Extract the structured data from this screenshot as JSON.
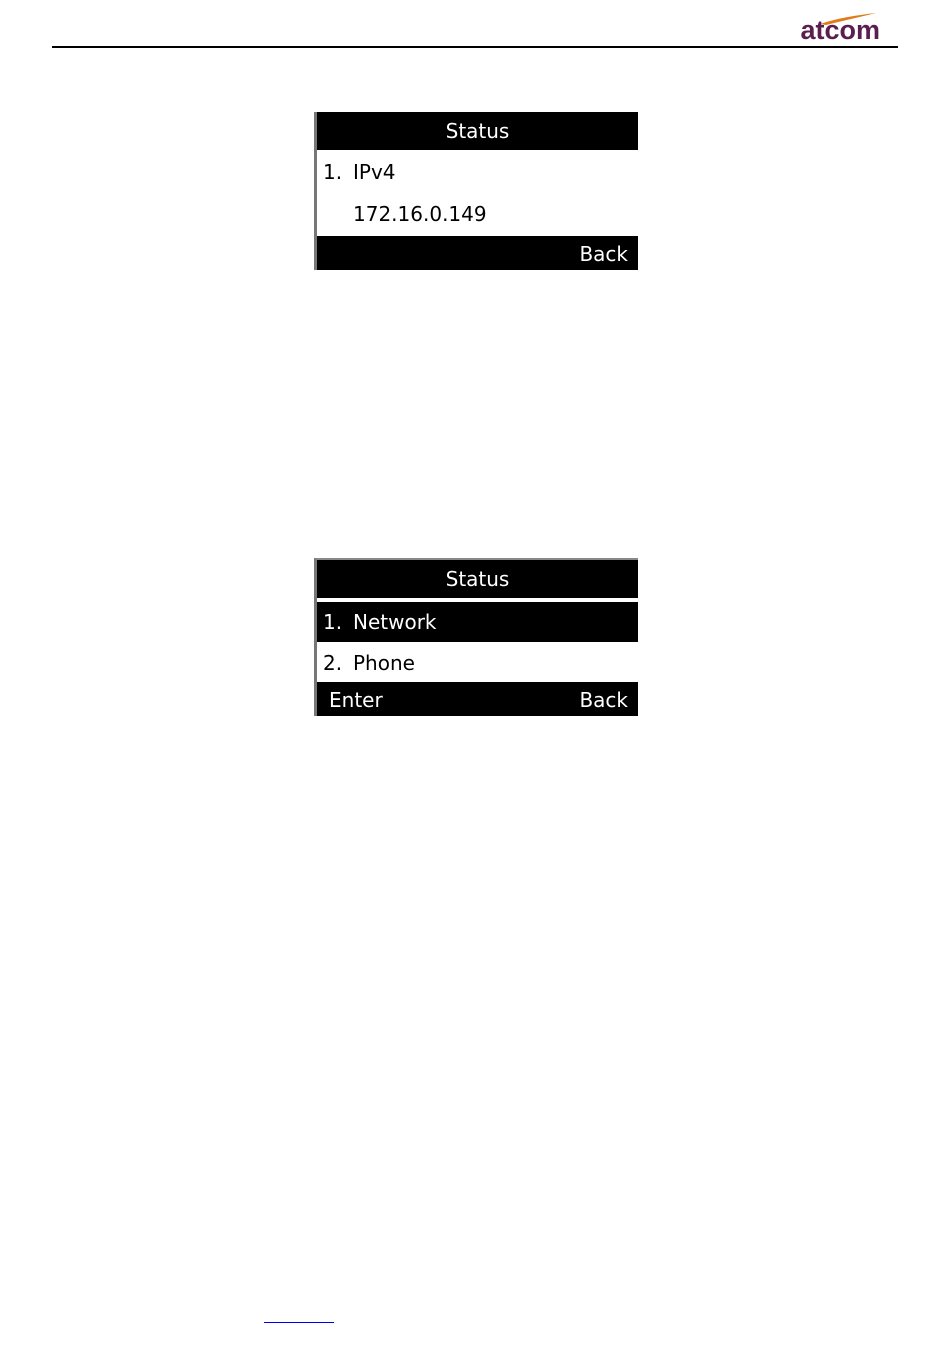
{
  "header": {
    "logo_text": "atcom",
    "brand_color": "#5a1f4e",
    "swoosh_color": "#e07a1a"
  },
  "screens": [
    {
      "title": "Status",
      "rows": [
        {
          "num": "1.",
          "label": "IPv4"
        },
        {
          "num": "",
          "label": "172.16.0.149"
        }
      ],
      "softkeys": {
        "left": "",
        "right": "Back"
      }
    },
    {
      "title": "Status",
      "rows": [
        {
          "num": "1.",
          "label": "Network",
          "selected": true
        },
        {
          "num": "2.",
          "label": "Phone",
          "selected": false
        }
      ],
      "softkeys": {
        "left": "Enter",
        "right": "Back"
      }
    }
  ]
}
